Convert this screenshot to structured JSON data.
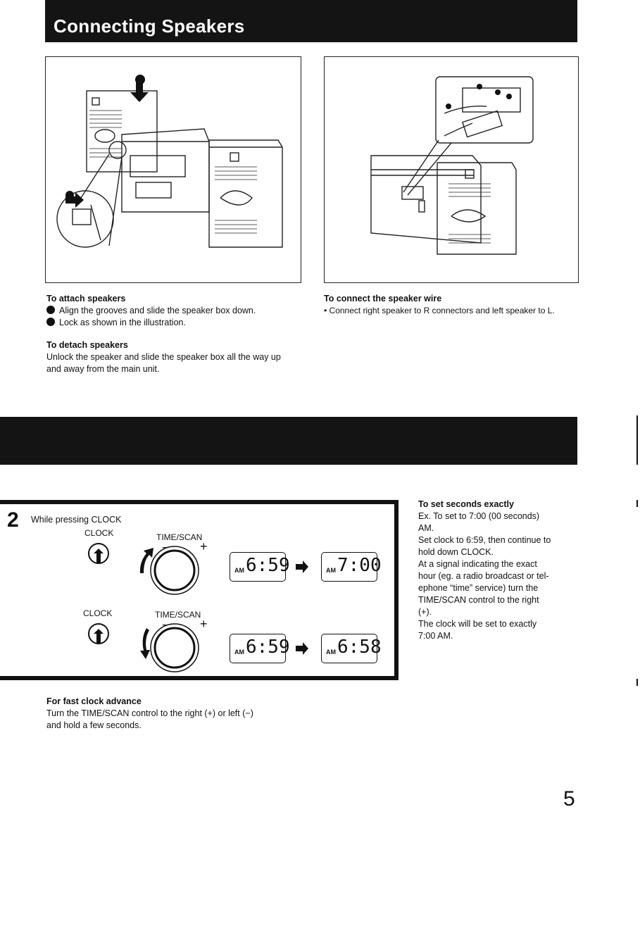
{
  "header": {
    "title": "Connecting Speakers"
  },
  "attach": {
    "heading": "To attach speakers",
    "step1": "Align the grooves and slide the speaker box down.",
    "step2": "Lock as shown in the illustration."
  },
  "detach": {
    "heading": "To detach speakers",
    "text1": "Unlock the speaker and slide the speaker box all the way up",
    "text2": "and away from the main unit."
  },
  "connect": {
    "heading": "To connect the speaker wire",
    "bullet": "• Connect right speaker to R connectors and left speaker to L."
  },
  "clock_panel": {
    "step_number": "2",
    "step_text": "While pressing CLOCK",
    "clock_label": "CLOCK",
    "knob_label": "TIME/SCAN",
    "minus": "−",
    "plus": "+",
    "am": "AM",
    "row1_from": "6:59",
    "row1_to": "7:00",
    "row2_from": "6:59",
    "row2_to": "6:58"
  },
  "fast_advance": {
    "heading": "For fast clock advance",
    "text1": "Turn the TIME/SCAN control to the right (+) or left (−)",
    "text2": "and hold a few seconds."
  },
  "seconds": {
    "heading": "To set seconds exactly",
    "lines": [
      "Ex. To set to 7:00 (00 seconds)",
      "AM.",
      "Set clock to 6:59, then continue to",
      "hold down CLOCK.",
      "At a signal indicating the exact",
      "hour (eg. a radio broadcast or tel-",
      "ephone “time” service) turn the",
      "TIME/SCAN control to the right",
      "(+).",
      "The clock will be set to exactly",
      "7:00 AM."
    ]
  },
  "page_number": "5"
}
